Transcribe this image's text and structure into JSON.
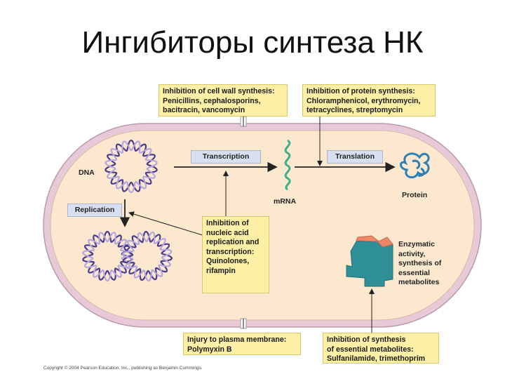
{
  "title": "Ингибиторы синтеза НК",
  "labels": {
    "dna": "DNA",
    "replication": "Replication",
    "transcription": "Transcription",
    "translation": "Translation",
    "mrna": "mRNA",
    "protein": "Protein",
    "enzymatic": "Enzymatic\nactivity,\nsynthesis of\nessential\nmetabolites"
  },
  "boxes": {
    "cell_wall": "Inhibition of cell wall synthesis:\nPenicillins, cephalosporins,\nbacitracin, vancomycin",
    "protein": "Inhibition of protein synthesis:\nChloramphenicol, erythromycin,\ntetracyclines, streptomycin",
    "nucleic": "Inhibition of\nnucleic acid\nreplication and\ntranscription:\nQuinolones,\nrifampin",
    "membrane": "Injury to plasma membrane:\nPolymyxin B",
    "metabolites": "Inhibition of synthesis\nof essential metabolites:\nSulfanilamide, trimethoprim"
  },
  "copyright": "Copyright © 2004 Pearson Education, Inc., publishing as Benjamin Cummings.",
  "colors": {
    "cell_fill": "#fbe8cf",
    "cell_wall": "#e7c9d8",
    "box_fill": "#fdf0a6",
    "tag_fill": "#d7dff0",
    "dna_strand_a": "#4a3c8c",
    "dna_strand_b": "#b5a7dd",
    "mrna": "#3fae8f",
    "protein": "#2e7fb4",
    "enzyme": "#2f8f96",
    "substrate": "#ec8769"
  }
}
